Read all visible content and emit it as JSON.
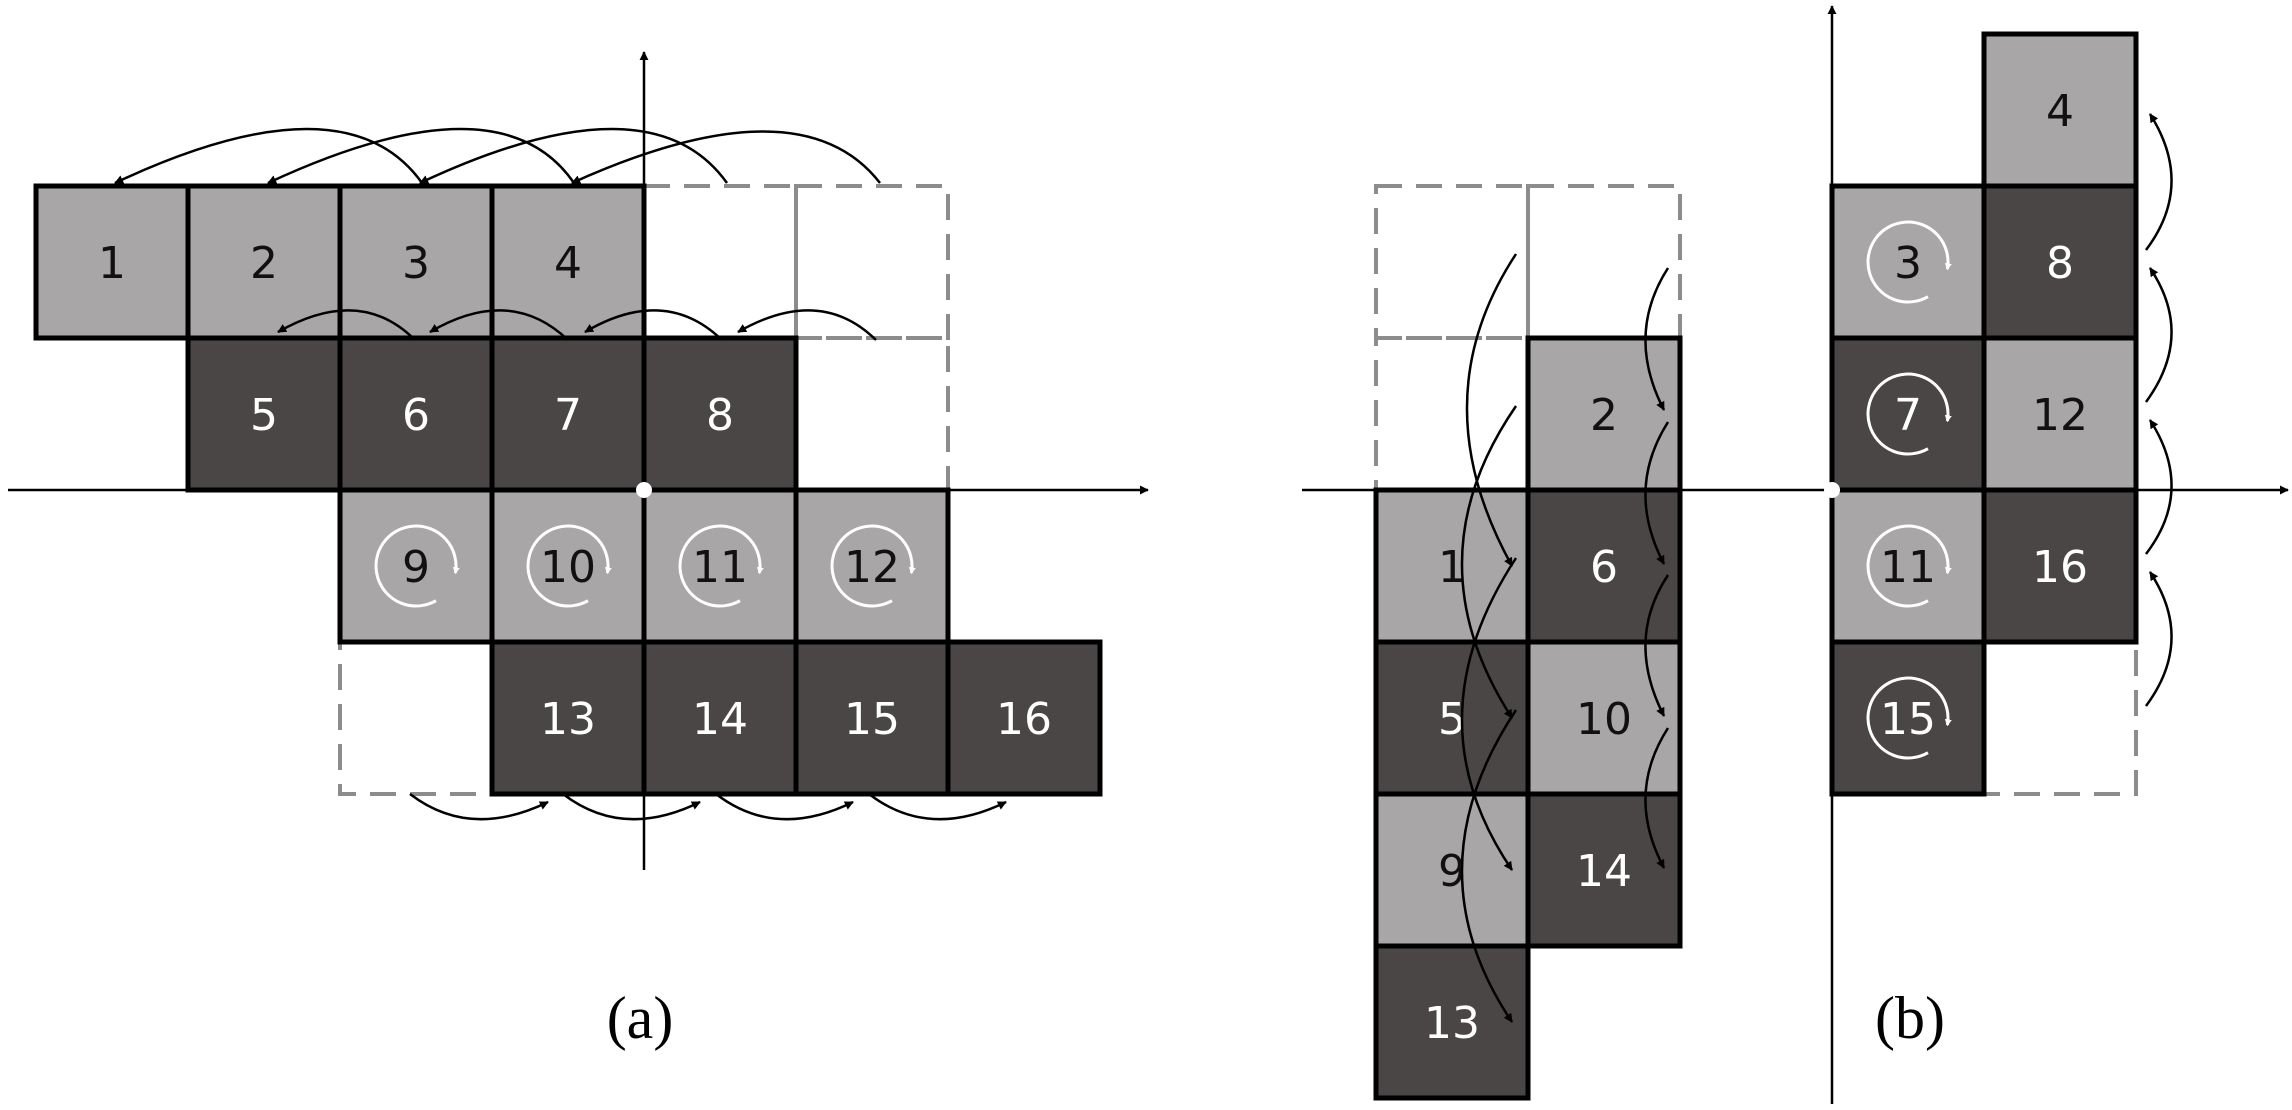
{
  "colors": {
    "light_cell": "#a8a6a6",
    "dark_cell": "#4a4646",
    "cell_border": "#000000",
    "dashed_border": "#8c8c8c",
    "light_text": "#111111",
    "dark_text": "#ffffff",
    "arrow": "#000000",
    "rotation_marker": "#ffffff"
  },
  "panels": [
    {
      "caption": "(a)",
      "cells": [
        {
          "label": "1",
          "shade": "light"
        },
        {
          "label": "2",
          "shade": "light"
        },
        {
          "label": "3",
          "shade": "light"
        },
        {
          "label": "4",
          "shade": "light"
        },
        {
          "label": "5",
          "shade": "dark"
        },
        {
          "label": "6",
          "shade": "dark"
        },
        {
          "label": "7",
          "shade": "dark"
        },
        {
          "label": "8",
          "shade": "dark"
        },
        {
          "label": "9",
          "shade": "light",
          "rotation": true
        },
        {
          "label": "10",
          "shade": "light",
          "rotation": true
        },
        {
          "label": "11",
          "shade": "light",
          "rotation": true
        },
        {
          "label": "12",
          "shade": "light",
          "rotation": true
        },
        {
          "label": "13",
          "shade": "dark"
        },
        {
          "label": "14",
          "shade": "dark"
        },
        {
          "label": "15",
          "shade": "dark"
        },
        {
          "label": "16",
          "shade": "dark"
        }
      ]
    },
    {
      "caption": "(b)",
      "cells": [
        {
          "label": "1",
          "shade": "light"
        },
        {
          "label": "2",
          "shade": "light"
        },
        {
          "label": "3",
          "shade": "light",
          "rotation": true
        },
        {
          "label": "4",
          "shade": "light"
        },
        {
          "label": "5",
          "shade": "dark"
        },
        {
          "label": "6",
          "shade": "dark"
        },
        {
          "label": "7",
          "shade": "dark",
          "rotation": true
        },
        {
          "label": "8",
          "shade": "dark"
        },
        {
          "label": "9",
          "shade": "light"
        },
        {
          "label": "10",
          "shade": "light"
        },
        {
          "label": "11",
          "shade": "light",
          "rotation": true
        },
        {
          "label": "12",
          "shade": "light"
        },
        {
          "label": "13",
          "shade": "dark"
        },
        {
          "label": "14",
          "shade": "dark"
        },
        {
          "label": "15",
          "shade": "dark",
          "rotation": true
        },
        {
          "label": "16",
          "shade": "dark"
        }
      ]
    }
  ]
}
